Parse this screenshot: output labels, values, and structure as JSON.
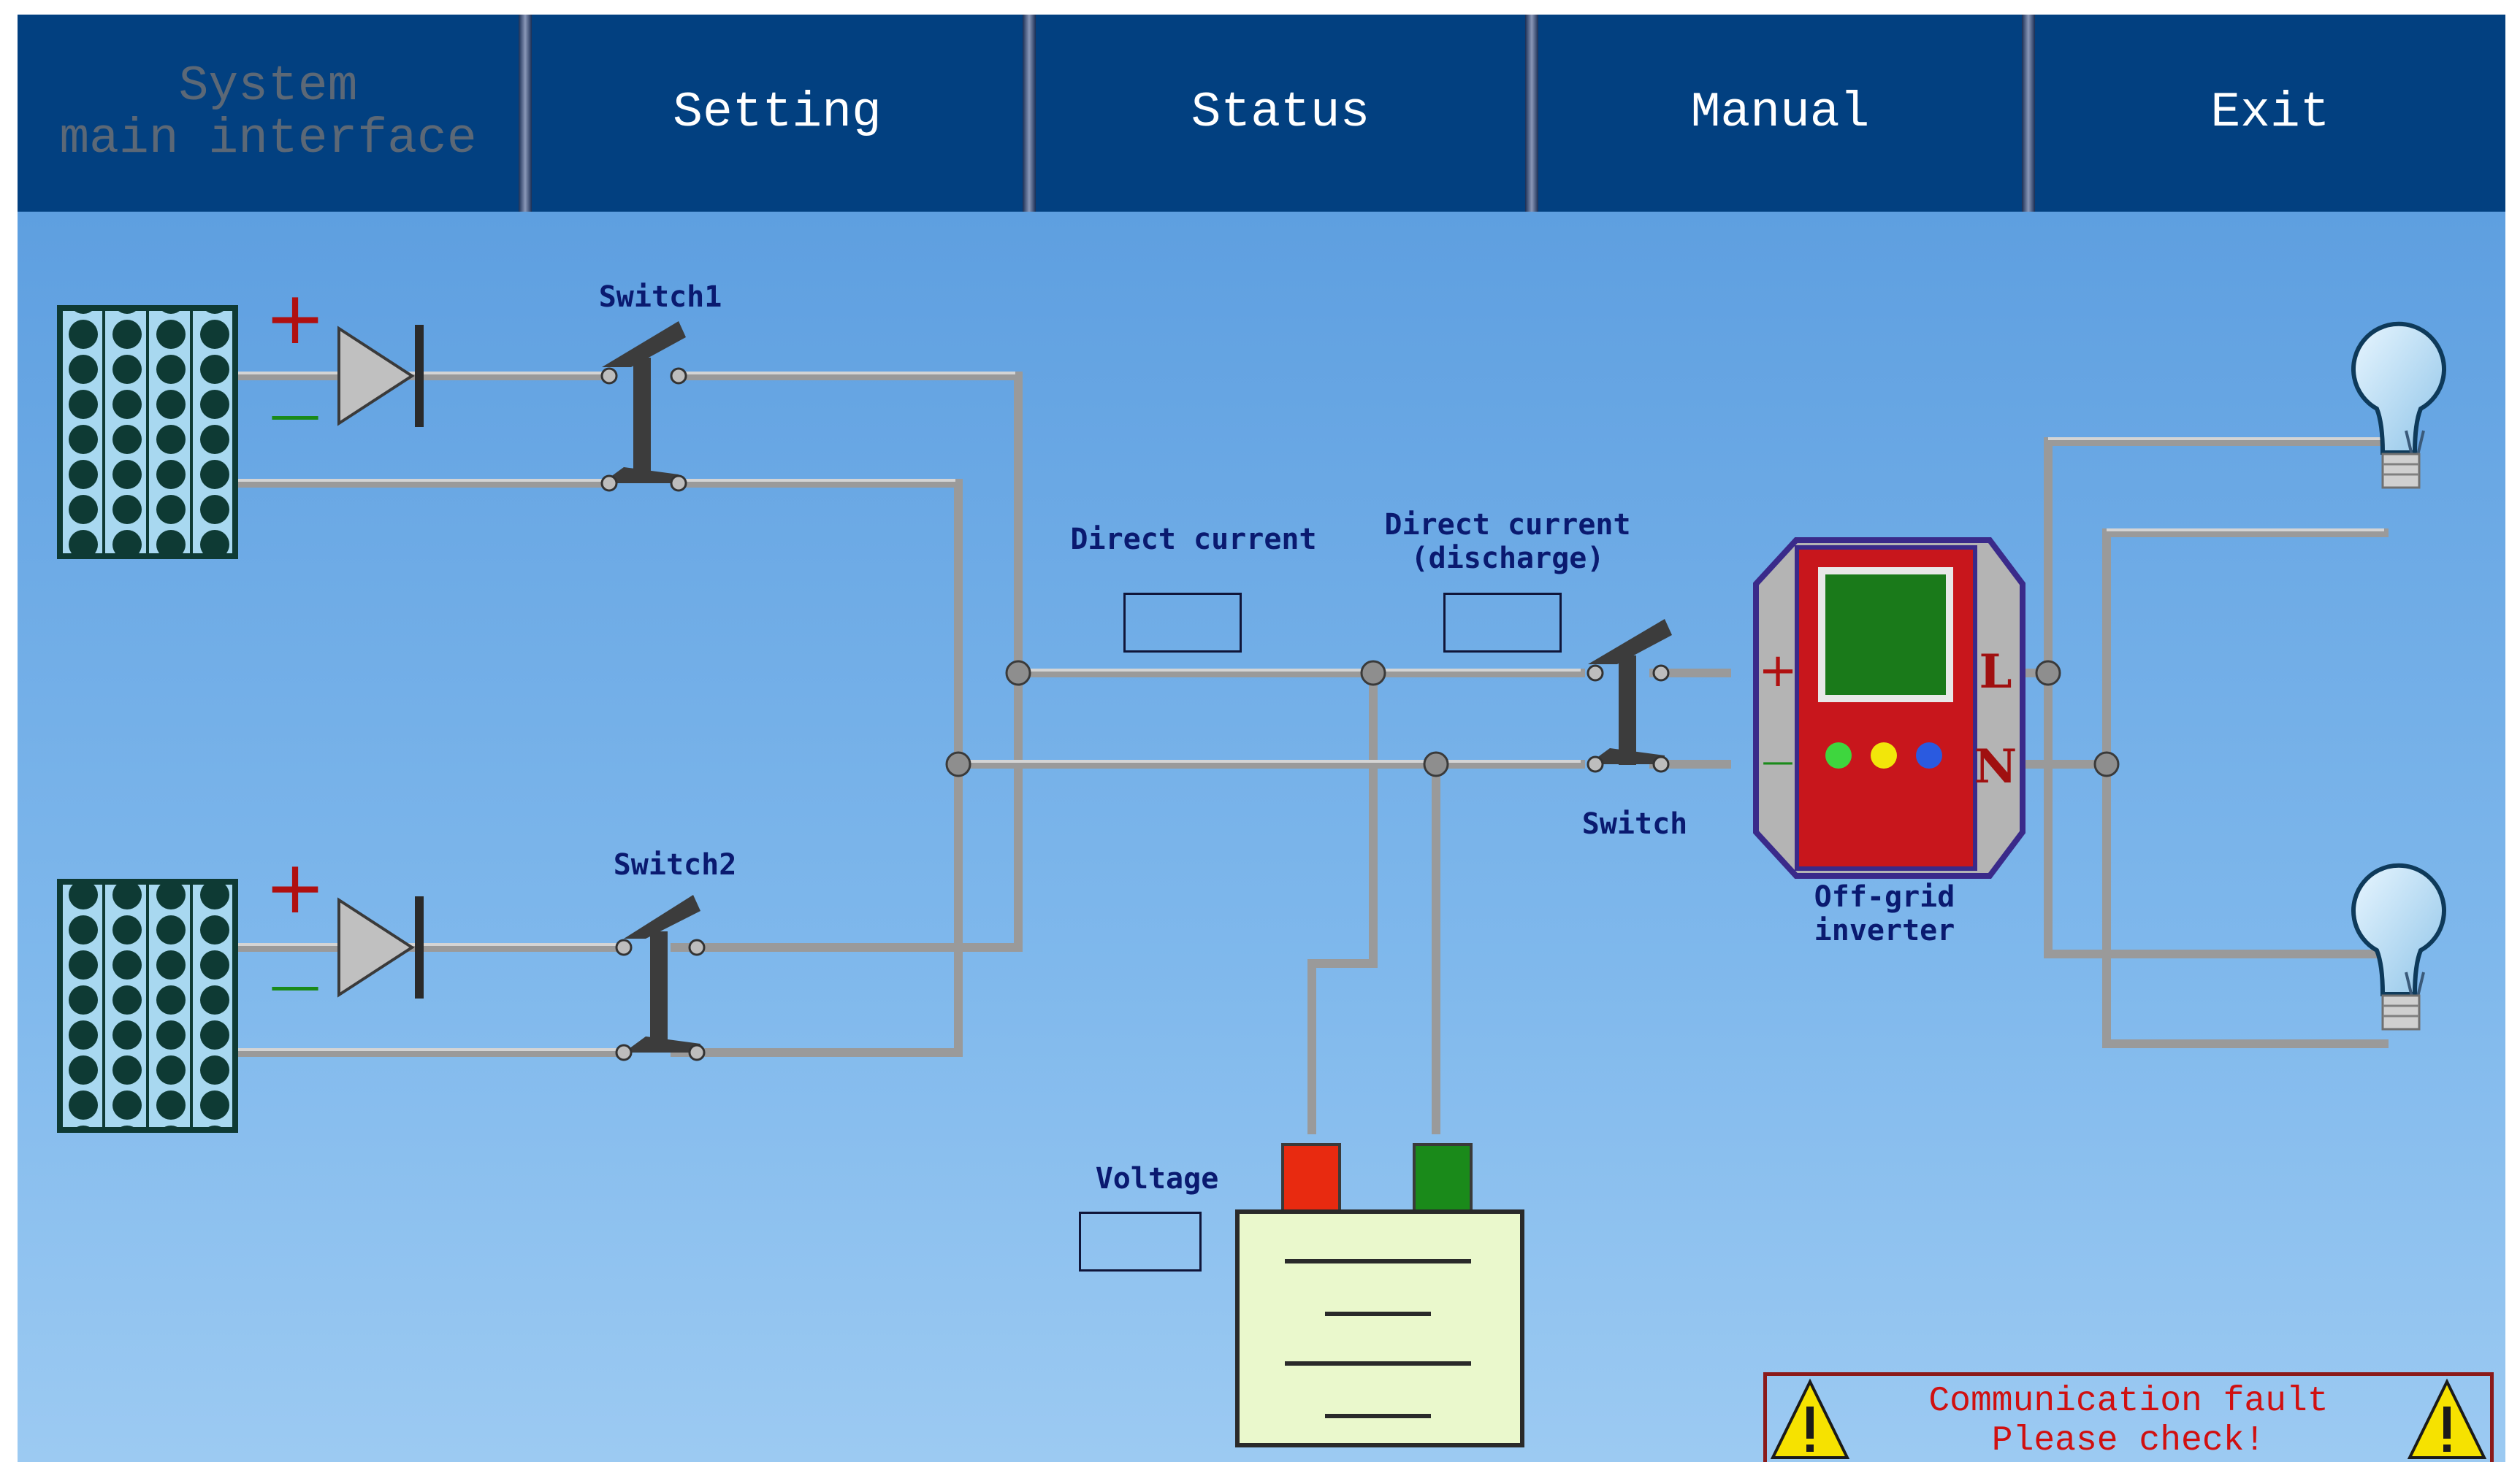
{
  "nav": {
    "tabs": [
      {
        "id": "main",
        "label": "System\nmain interface"
      },
      {
        "id": "setting",
        "label": "Setting"
      },
      {
        "id": "status",
        "label": "Status"
      },
      {
        "id": "manual",
        "label": "Manual"
      },
      {
        "id": "exit",
        "label": "Exit"
      }
    ]
  },
  "diagram": {
    "switch1_label": "Switch1",
    "switch2_label": "Switch2",
    "switch_label": "Switch",
    "dc_label": "Direct current",
    "dc_discharge_label_1": "Direct current",
    "dc_discharge_label_2": "(discharge)",
    "voltage_label": "Voltage",
    "inverter_label_1": "Off-grid",
    "inverter_label_2": "inverter",
    "plus_sign": "+",
    "minus_sign": "—",
    "inverter_L": "L",
    "inverter_N": "N",
    "dc_value": "",
    "dc_discharge_value": "",
    "voltage_value": ""
  },
  "alarm": {
    "line1": "Communication fault",
    "line2": "Please check!"
  },
  "colors": {
    "nav_bg": "#024080",
    "wire": "#a9a9a9",
    "plus": "#b01010",
    "minus": "#1a8a1a",
    "inverter_body": "#c8161c",
    "inverter_screen": "#1a7a1a",
    "battery_body": "#eaf8cc",
    "alarm_text": "#d01010"
  }
}
